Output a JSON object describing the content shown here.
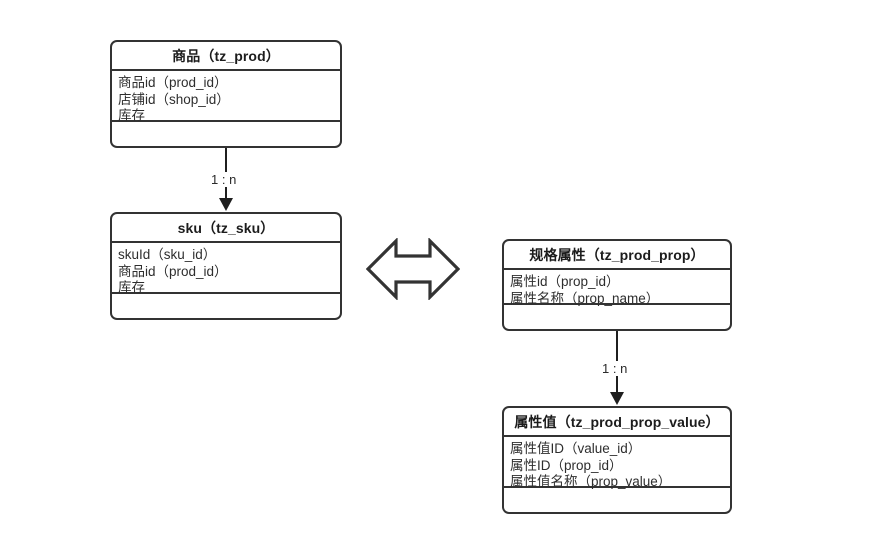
{
  "diagram": {
    "title": "商品 SKU 规格属性 ER 图",
    "background_color": "#ffffff",
    "line_color": "#333333",
    "text_color": "#2b2b2b"
  },
  "entities": [
    {
      "id": "prod",
      "name": "商品",
      "table": "tz_prod",
      "header": "商品（tz_prod）",
      "attributes": [
        "商品id（prod_id）",
        "店铺id（shop_id）",
        "库存"
      ],
      "methods": []
    },
    {
      "id": "sku",
      "name": "sku",
      "table": "tz_sku",
      "header": "sku（tz_sku）",
      "attributes": [
        "skuId（sku_id）",
        "商品id（prod_id）",
        "库存"
      ],
      "methods": []
    },
    {
      "id": "prop",
      "name": "规格属性",
      "table": "tz_prod_prop",
      "header": "规格属性（tz_prod_prop）",
      "attributes": [
        "属性id（prop_id）",
        "属性名称（prop_name）"
      ],
      "methods": []
    },
    {
      "id": "prop_value",
      "name": "属性值",
      "table": "tz_prod_prop_value",
      "header": "属性值（tz_prod_prop_value）",
      "attributes": [
        "属性值ID（value_id）",
        "属性ID（prop_id）",
        "属性值名称（prop_value）"
      ],
      "methods": []
    }
  ],
  "connectors": [
    {
      "id": "prod-sku",
      "from": "prod",
      "to": "sku",
      "label": "1 : n",
      "style": "solid-line-filled-arrow",
      "direction": "down"
    },
    {
      "id": "prop-value",
      "from": "prop",
      "to": "prop_value",
      "label": "1 : n",
      "style": "solid-line-filled-arrow",
      "direction": "down"
    }
  ],
  "relationship_glyph": {
    "id": "sku-prop-link",
    "icon": "double-arrow-left-right-icon",
    "between": [
      "sku",
      "prop"
    ]
  }
}
